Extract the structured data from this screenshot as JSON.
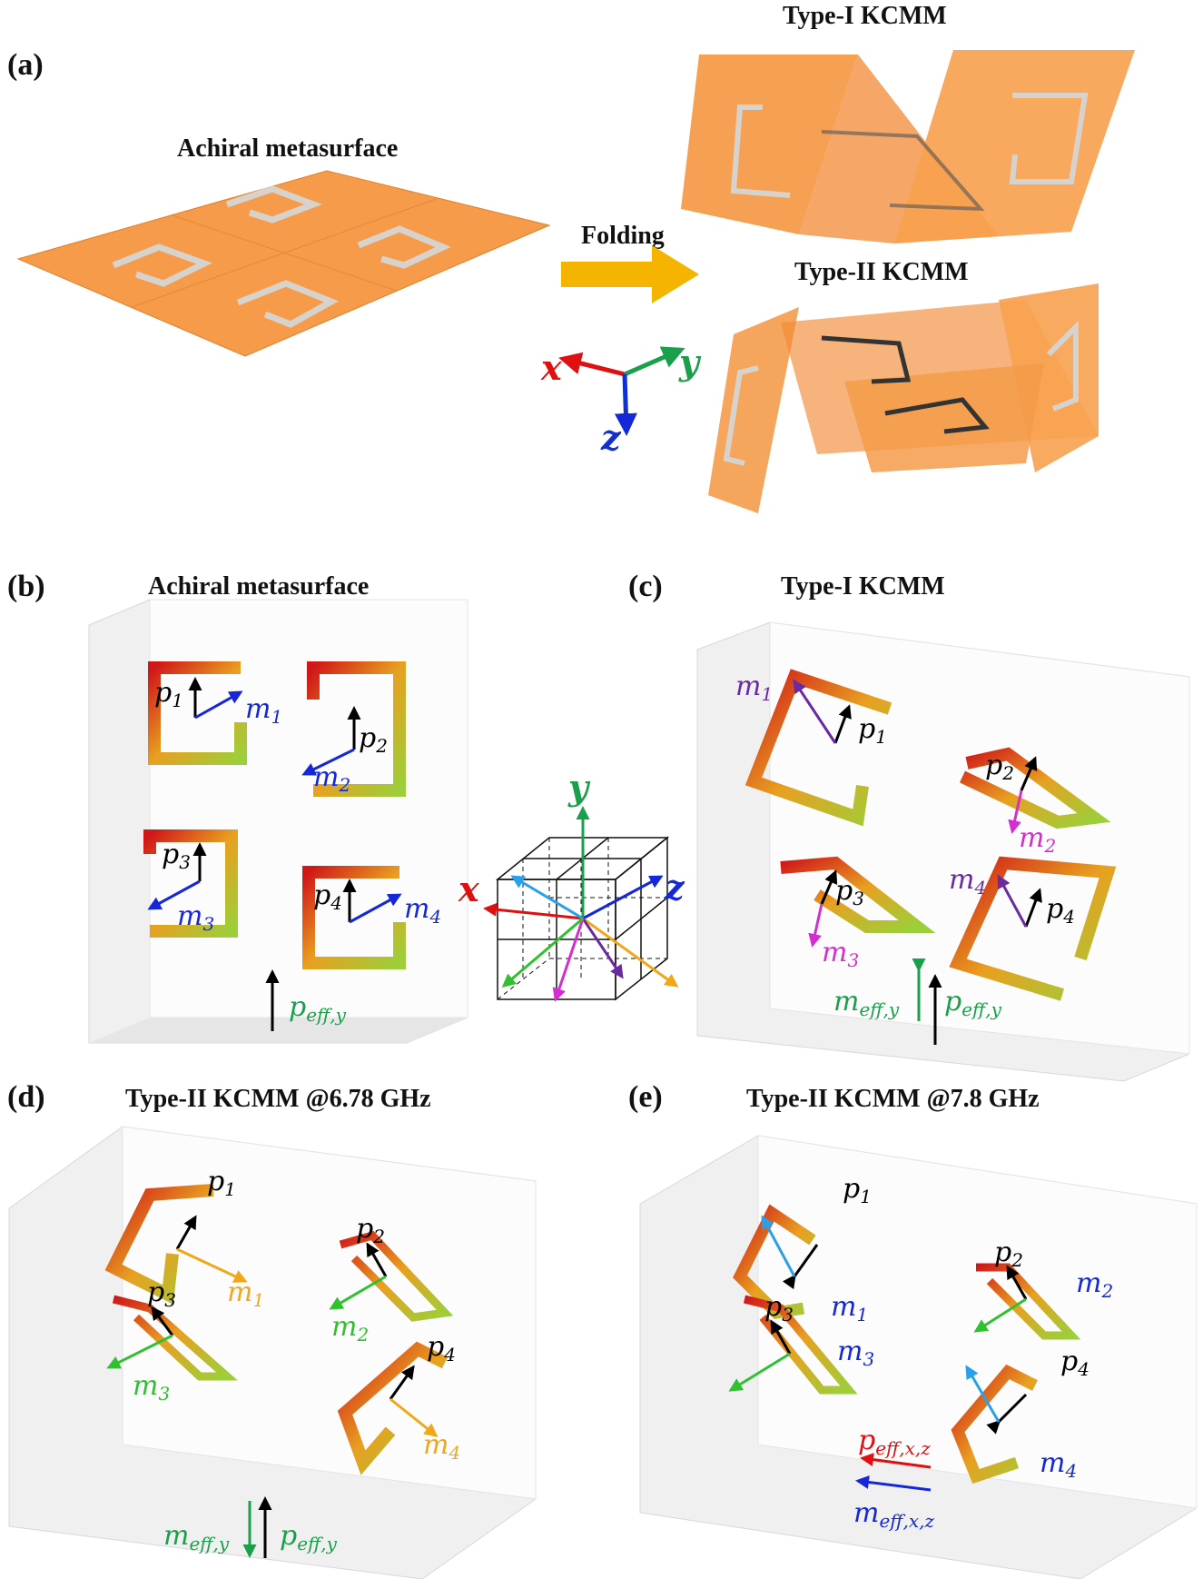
{
  "panels": {
    "a": {
      "label": "(a)",
      "achiral_title": "Achiral metasurface",
      "folding_label": "Folding",
      "type1_title": "Type-I KCMM",
      "type2_title": "Type-II KCMM",
      "axes": {
        "x": "x",
        "y": "y",
        "z": "z"
      }
    },
    "b": {
      "label": "(b)",
      "title": "Achiral metasurface"
    },
    "c": {
      "label": "(c)",
      "title": "Type-I KCMM"
    },
    "d": {
      "label": "(d)",
      "title": "Type-II KCMM @6.78 GHz"
    },
    "e": {
      "label": "(e)",
      "title": "Type-II KCMM @7.8 GHz"
    }
  },
  "center_axes": {
    "x": "x",
    "y": "y",
    "z": "z"
  },
  "symbols": {
    "p": "p",
    "m": "m",
    "one": "1",
    "two": "2",
    "three": "3",
    "four": "4",
    "eff_y": "eff,y",
    "eff_xz": "eff,x,z"
  },
  "colors": {
    "sheet_orange": "#f59b4a",
    "ring_gray": "#d7d2cc",
    "arrow_folding": "#f5b400",
    "axis_x": "#e01010",
    "axis_y": "#1a9a45",
    "axis_z": "#1030d0",
    "p_arrow": "#000000",
    "m_blue": "#1428d8",
    "m_purple": "#6a2aa0",
    "m_magenta": "#d42ed0",
    "m_green": "#30c030",
    "m_orange": "#f0a818",
    "m_lightblue": "#2aa0e8",
    "eff_green": "#1aa04a",
    "eff_red": "#e01010"
  }
}
